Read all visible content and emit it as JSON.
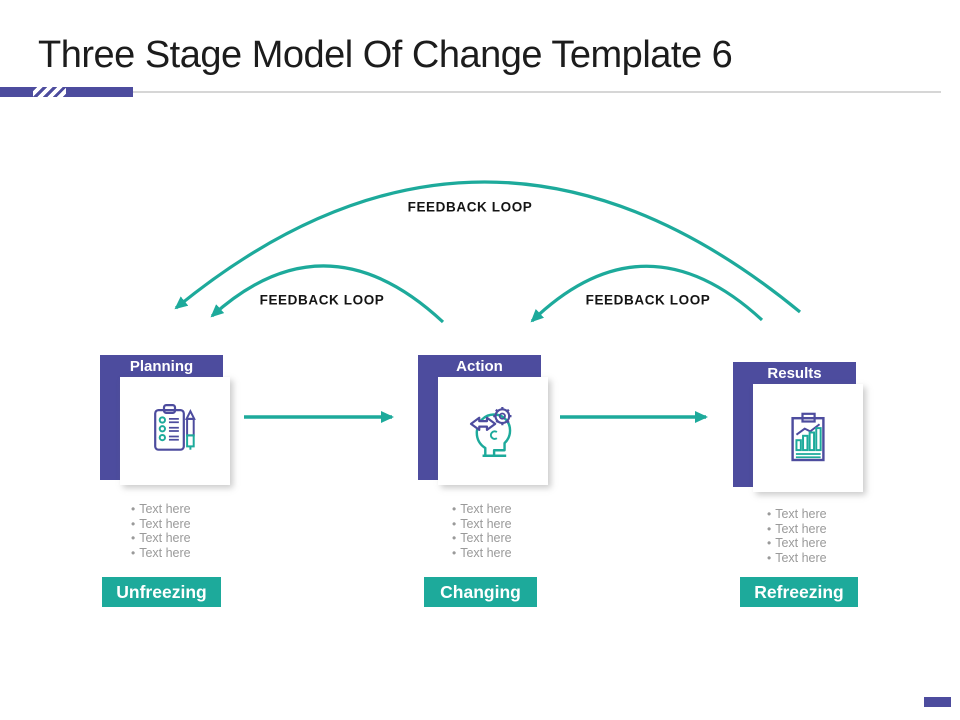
{
  "slide": {
    "title": "Three Stage Model Of Change Template 6",
    "colors": {
      "purple": "#4d4c9e",
      "teal": "#1daa9b",
      "bullet_gray": "#9a9a9a",
      "title_text": "#1c1c1c"
    }
  },
  "feedback_loops": [
    {
      "label": "FEEDBACK LOOP",
      "position": "outer-arc-results-to-planning"
    },
    {
      "label": "FEEDBACK LOOP",
      "position": "inner-arc-action-to-planning"
    },
    {
      "label": "FEEDBACK LOOP",
      "position": "inner-arc-results-to-action"
    }
  ],
  "stages": [
    {
      "header": "Planning",
      "icon": "clipboard-checklist-icon",
      "bullets": [
        "Text here",
        "Text here",
        "Text here",
        "Text here"
      ],
      "button": "Unfreezing"
    },
    {
      "header": "Action",
      "icon": "thinking-head-gear-icon",
      "bullets": [
        "Text here",
        "Text here",
        "Text here",
        "Text here"
      ],
      "button": "Changing"
    },
    {
      "header": "Results",
      "icon": "report-bar-chart-icon",
      "bullets": [
        "Text here",
        "Text here",
        "Text here",
        "Text here"
      ],
      "button": "Refreezing"
    }
  ]
}
